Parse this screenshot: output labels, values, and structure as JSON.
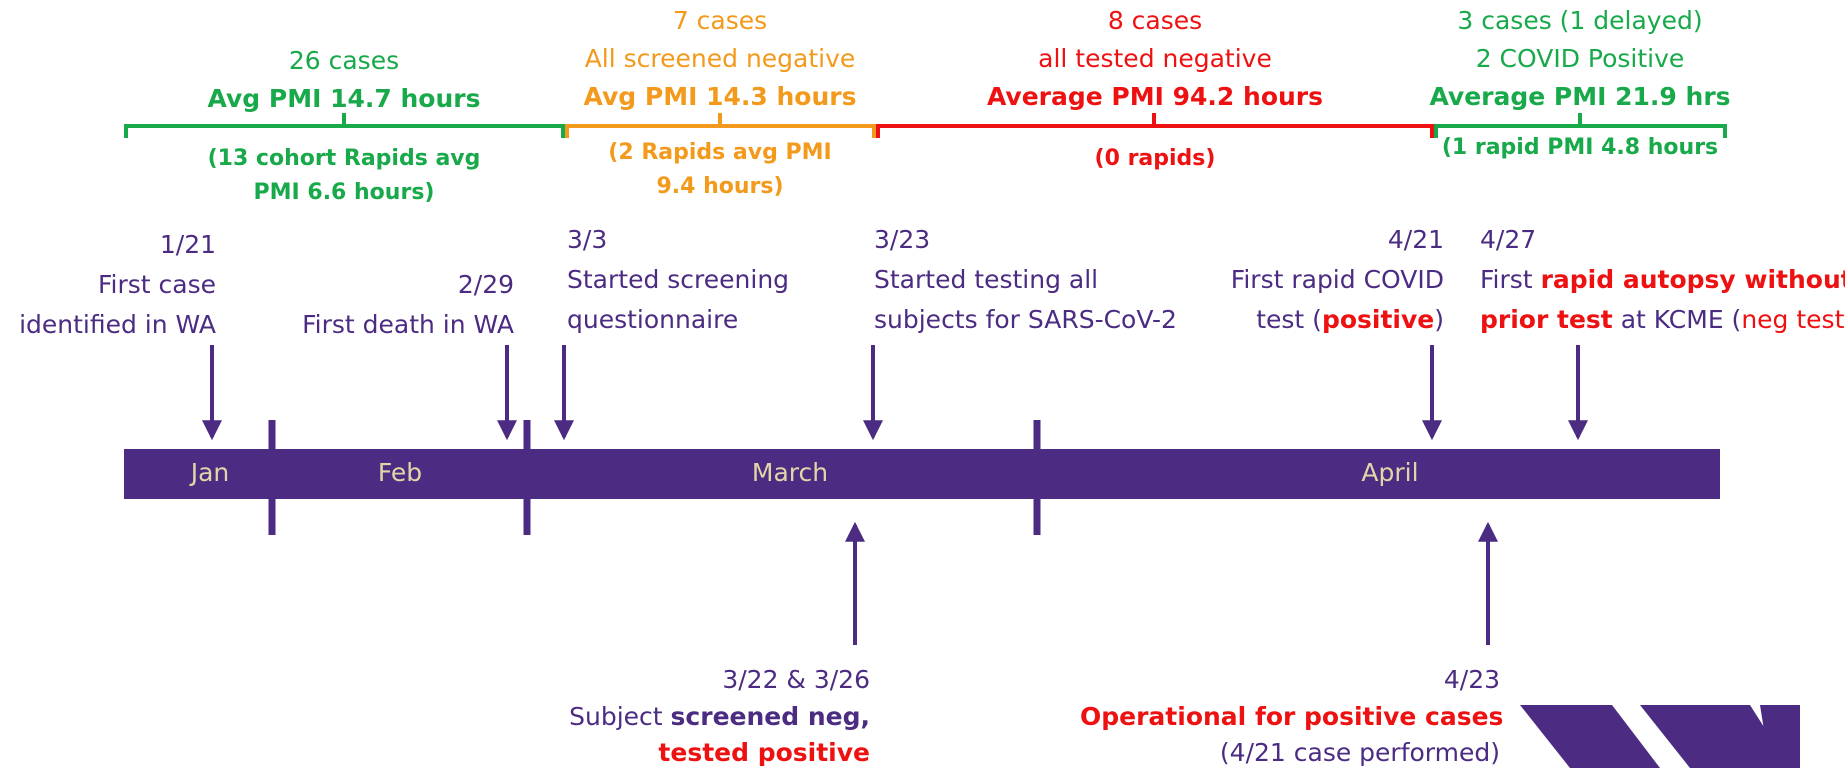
{
  "colors": {
    "purple": "#4b2c82",
    "green": "#18a94a",
    "orange": "#f39a1c",
    "red": "#ee1111",
    "month_label": "#e2d6a8"
  },
  "months": [
    "Jan",
    "Feb",
    "March",
    "April"
  ],
  "periods": [
    {
      "color": "green",
      "count": "26 cases",
      "avg": "Avg PMI 14.7 hours",
      "rapid_1": "(13 cohort Rapids avg",
      "rapid_2": "PMI 6.6 hours)"
    },
    {
      "color": "orange",
      "count": "7 cases",
      "note": "All screened negative",
      "avg": "Avg PMI 14.3 hours",
      "rapid_1": "(2 Rapids avg PMI",
      "rapid_2": "9.4 hours)"
    },
    {
      "color": "red",
      "count": "8 cases",
      "note": "all tested negative",
      "avg": "Average PMI 94.2 hours",
      "rapid_1": "(0 rapids)"
    },
    {
      "color": "green",
      "count": "3 cases (1 delayed)",
      "note": "2 COVID Positive",
      "avg": "Average PMI 21.9 hrs",
      "rapid_1": "(1 rapid PMI 4.8 hours"
    }
  ],
  "events_top": [
    {
      "date": "1/21",
      "line1": "First case",
      "line2": "identified in WA"
    },
    {
      "date": "2/29",
      "line1": "First death in WA"
    },
    {
      "date": "3/3",
      "line1": "Started screening",
      "line2": "questionnaire"
    },
    {
      "date": "3/23",
      "line1": "Started testing all",
      "line2": "subjects for SARS-CoV-2"
    },
    {
      "date": "4/21",
      "line1": "First rapid COVID",
      "line2_pre": "test (",
      "line2_em": "positive",
      "line2_post": ")"
    },
    {
      "date": "4/27",
      "line1_pre": "First ",
      "line1_em": "rapid autopsy without",
      "line2_em": "prior test",
      "line2_mid": " at KCME (",
      "line2_red": "neg test",
      "line2_post": ")"
    }
  ],
  "events_bottom": [
    {
      "date": "3/22 & 3/26",
      "line1_pre": "Subject ",
      "line1_em": "screened neg,",
      "line2_em": "tested positive"
    },
    {
      "date": "4/23",
      "line1_em": "Operational for positive cases",
      "line2": "(4/21 case performed)"
    }
  ],
  "logo_text": "W"
}
